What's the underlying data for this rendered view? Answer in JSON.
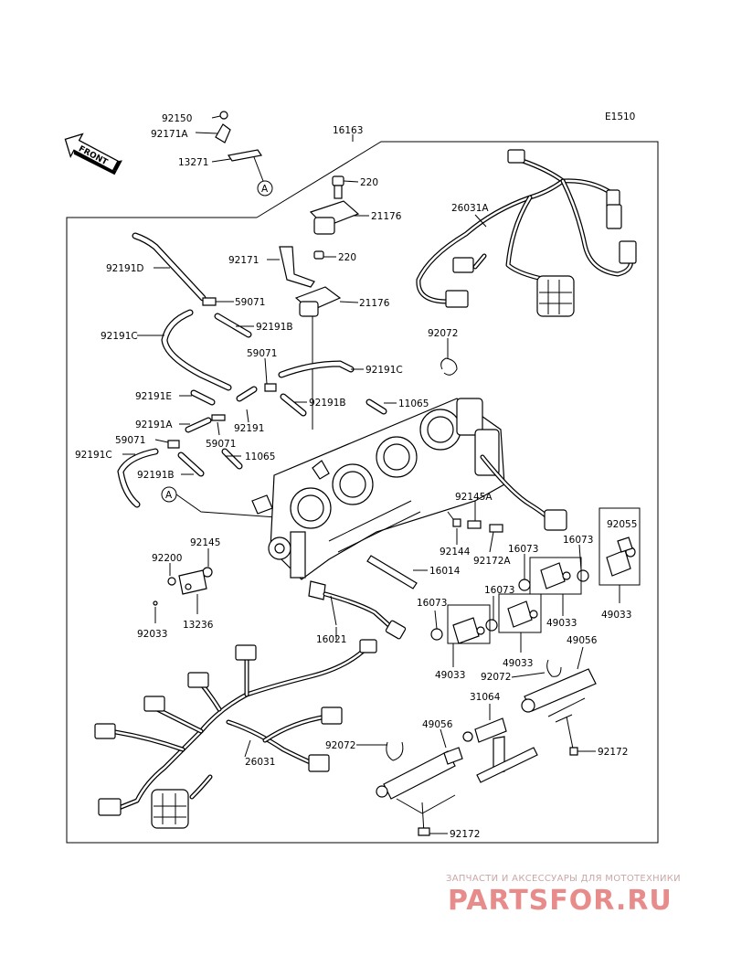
{
  "diagram_code": "E1510",
  "front_arrow_label": "FRONT",
  "ref_marker": "A",
  "labels": {
    "p92150": "92150",
    "p92171A": "92171A",
    "p13271": "13271",
    "p16163": "16163",
    "p220a": "220",
    "p21176a": "21176",
    "p26031A": "26031A",
    "p92171": "92171",
    "p220b": "220",
    "p21176b": "21176",
    "p92191D": "92191D",
    "p59071a": "59071",
    "p92191C_a": "92191C",
    "p92191B_a": "92191B",
    "p92072a": "92072",
    "p59071b": "59071",
    "p92191C_b": "92191C",
    "p92191E": "92191E",
    "p92191B_b": "92191B",
    "p11065a": "11065",
    "p92191A": "92191A",
    "p92191": "92191",
    "p59071c": "59071",
    "p59071d": "59071",
    "p92191C_c": "92191C",
    "p11065b": "11065",
    "p92191B_c": "92191B",
    "p92145A": "92145A",
    "p92055": "92055",
    "p16073a": "16073",
    "p16073b": "16073",
    "p92145": "92145",
    "p92144": "92144",
    "p92172A": "92172A",
    "p92200": "92200",
    "p16014": "16014",
    "p16073c": "16073",
    "p49033a": "49033",
    "p13236": "13236",
    "p16073d": "16073",
    "p49033b": "49033",
    "p92033": "92033",
    "p49033c": "49033",
    "p16021": "16021",
    "p49056a": "49056",
    "p49033d": "49033",
    "p92072b": "92072",
    "p31064": "31064",
    "p49056b": "49056",
    "p92072c": "92072",
    "p92172a": "92172",
    "p26031": "26031",
    "p92172b": "92172"
  },
  "watermark": {
    "tagline": "ЗАПЧАСТИ И АКСЕССУАРЫ ДЛЯ МОТОТЕХНИКИ",
    "brand": "PARTSFOR.RU",
    "color": "#e88b8b"
  }
}
